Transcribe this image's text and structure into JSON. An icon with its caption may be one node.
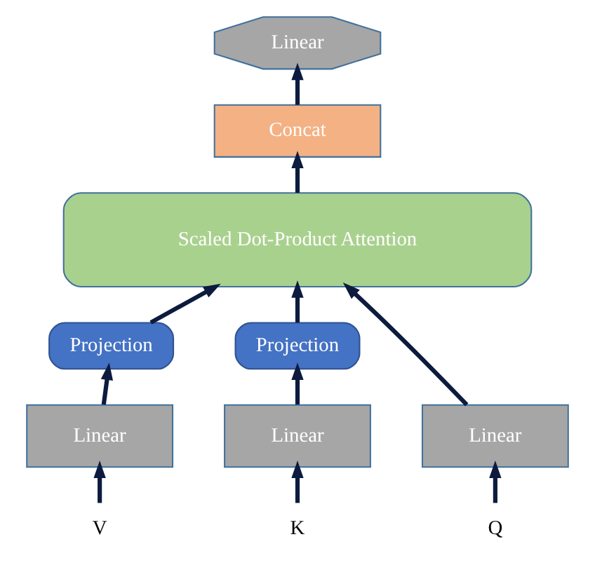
{
  "diagram": {
    "nodes": [
      {
        "text": [
          "Linear"
        ]
      },
      {
        "text": [
          "Concat"
        ]
      },
      {
        "text": [
          "Scaled Dot-Product Attention"
        ]
      },
      {
        "text": [
          "Projection"
        ]
      },
      {
        "text": [
          "Projection"
        ]
      },
      {
        "text": [
          "Linear"
        ]
      },
      {
        "text": [
          "Linear"
        ]
      },
      {
        "text": [
          "Linear"
        ]
      },
      {
        "text": [
          "V"
        ]
      },
      {
        "text": [
          "K"
        ]
      },
      {
        "text": [
          "Q"
        ]
      }
    ],
    "edges": [
      {
        "from": 8,
        "to": 5,
        "arrow": "to"
      },
      {
        "from": 9,
        "to": 6,
        "arrow": "to"
      },
      {
        "from": 10,
        "to": 7,
        "arrow": "to"
      },
      {
        "from": 5,
        "to": 3,
        "arrow": "to"
      },
      {
        "from": 6,
        "to": 4,
        "arrow": "to"
      },
      {
        "from": 3,
        "to": 2,
        "arrow": "to"
      },
      {
        "from": 4,
        "to": 2,
        "arrow": "to"
      },
      {
        "from": 7,
        "to": 2,
        "arrow": "to"
      },
      {
        "from": 2,
        "to": 1,
        "arrow": "to"
      },
      {
        "from": 1,
        "to": 0,
        "arrow": "to"
      }
    ]
  }
}
